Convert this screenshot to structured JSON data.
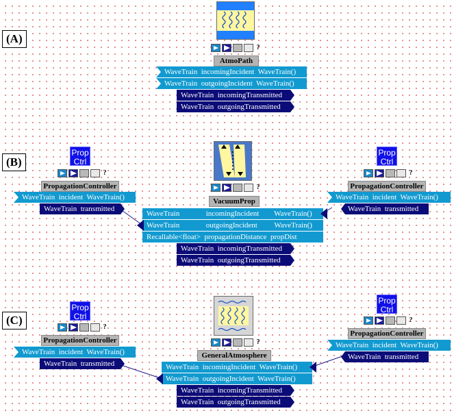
{
  "labels": {
    "a": "(A)",
    "b": "(B)",
    "c": "(C)"
  },
  "prop_ctrl": {
    "line1": "Prop",
    "line2": "Ctrl"
  },
  "help": "?",
  "a": {
    "title": "AtmoPath",
    "ports": [
      "WaveTrain  incomingIncident  WaveTrain()",
      "WaveTrain  outgoingIncident  WaveTrain()",
      "WaveTrain  incomingTransmitted",
      "WaveTrain  outgoingTransmitted"
    ]
  },
  "b": {
    "title": "VacuumProp",
    "ports": [
      "WaveTrain              incomingIncident        WaveTrain()",
      "WaveTrain              outgoingIncident         WaveTrain()",
      "Recallable<float>  propagationDistance  propDist",
      "WaveTrain  incomingTransmitted",
      "WaveTrain  outgoingTransmitted"
    ],
    "left_title": "PropagationController",
    "left_ports": [
      "WaveTrain  incident  WaveTrain()",
      "WaveTrain  transmitted"
    ],
    "right_title": "PropagationController",
    "right_ports": [
      "WaveTrain  incident  WaveTrain()",
      "WaveTrain  transmitted"
    ]
  },
  "c": {
    "title": "GeneralAtmosphere",
    "ports": [
      "WaveTrain  incomingIncident  WaveTrain()",
      "WaveTrain  outgoingIncident  WaveTrain()",
      "WaveTrain  incomingTransmitted",
      "WaveTrain  outgoingTransmitted"
    ],
    "left_title": "PropagationController",
    "left_ports": [
      "WaveTrain  incident  WaveTrain()",
      "WaveTrain  transmitted"
    ],
    "right_title": "PropagationController",
    "right_ports": [
      "WaveTrain  incident  WaveTrain()",
      "WaveTrain  transmitted"
    ]
  },
  "colors": {
    "port_in": "#129ad0",
    "port_out": "#0c0c78",
    "prop_ctrl": "#1010e8",
    "title_bg": "#b4b4b4",
    "link": "#1a1a8a"
  }
}
